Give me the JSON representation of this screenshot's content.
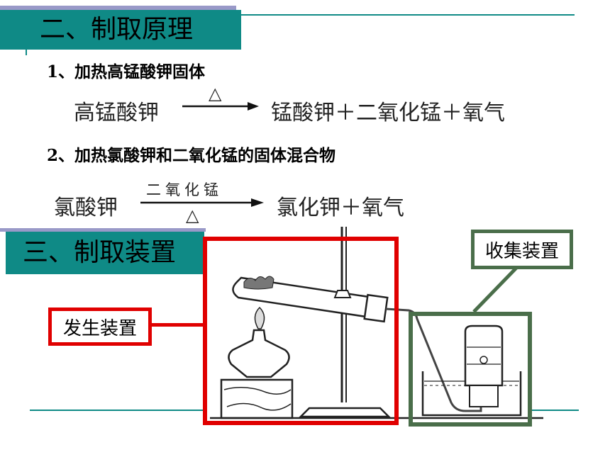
{
  "sections": {
    "principle_title": "二、制取原理",
    "apparatus_title": "三、制取装置"
  },
  "method1": {
    "heading": "1、加热高锰酸钾固体",
    "reactant": "高锰酸钾",
    "condition": "△",
    "products": "锰酸钾＋二氧化锰＋氧气"
  },
  "method2": {
    "heading": "2、加热氯酸钾和二氧化锰的固体混合物",
    "reactant": "氯酸钾",
    "catalyst": "二氧化锰",
    "condition": "△",
    "products": "氯化钾＋氧气"
  },
  "apparatus": {
    "generator_label": "发生装置",
    "collector_label": "收集装置",
    "colors": {
      "generator": "#e00000",
      "collector": "#4a6e4a",
      "teal": "#0f8a86"
    }
  }
}
